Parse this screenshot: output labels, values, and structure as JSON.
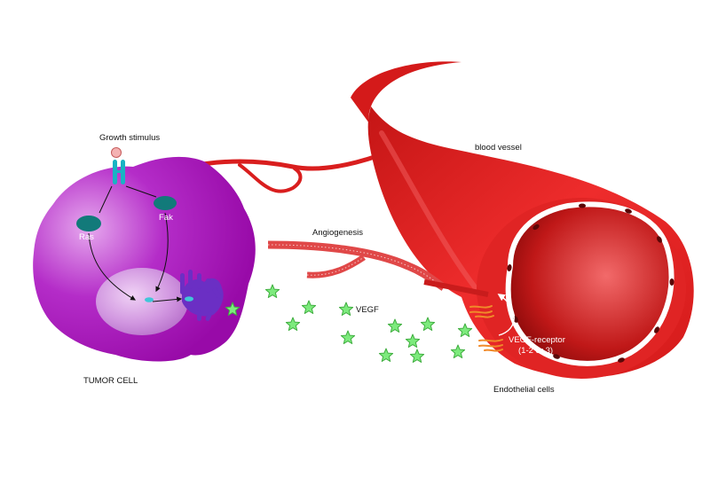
{
  "labels": {
    "growth_stimulus": "Growth stimulus",
    "ras": "Ras",
    "fak": "Fak",
    "tumor_cell": "TUMOR CELL",
    "angiogenesis": "Angiogenesis",
    "vegf": "VEGF",
    "blood_vessel": "blood vessel",
    "vegf_receptor": "VEGF-receptor",
    "receptor_types": "(1-2 or 3)",
    "endothelial_cells": "Endothelial cells"
  },
  "colors": {
    "tumor_cell": "#a014b4",
    "nucleus": "#c47fd6",
    "golgi": "#6b2fc4",
    "protein_teal": "#127a7a",
    "vessel_red": "#dd2020",
    "vessel_dark": "#a70f0f",
    "vegf_green": "#7dea7d",
    "receptor_orange": "#f08a2a"
  },
  "icons": {
    "vegf_molecule": "star-icon"
  }
}
